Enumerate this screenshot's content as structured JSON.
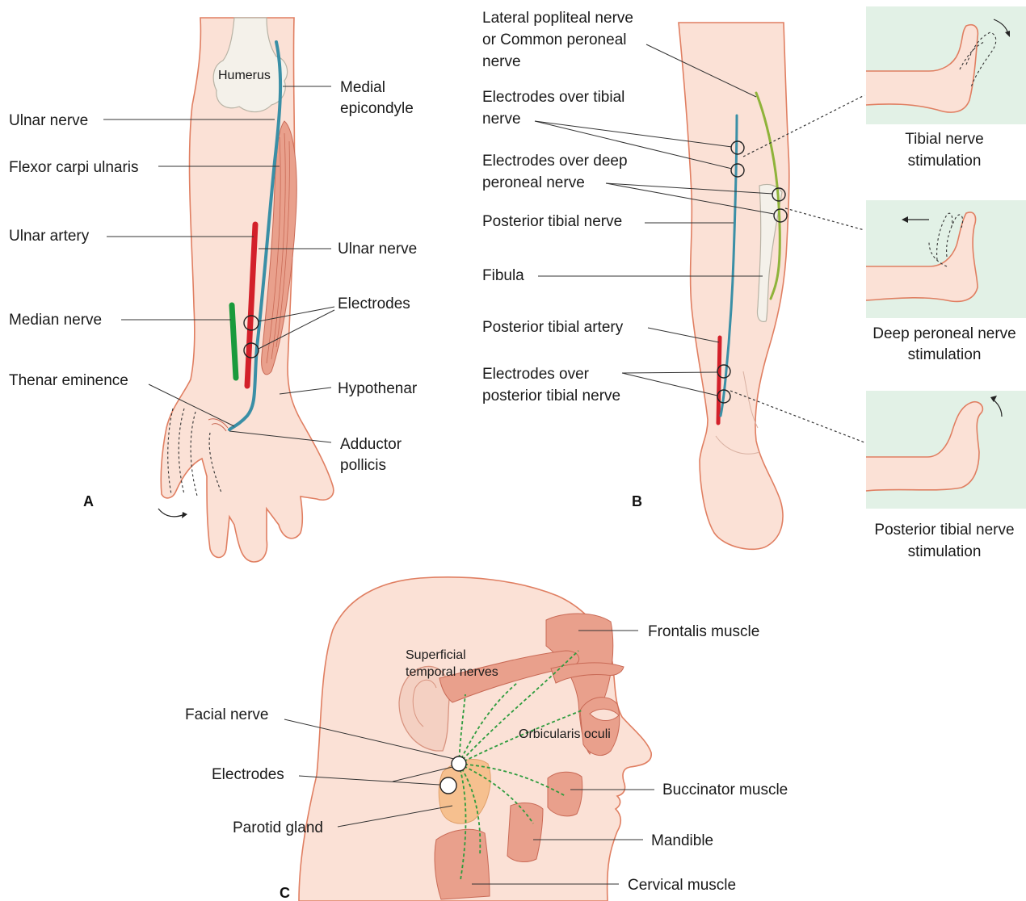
{
  "panel_a": {
    "letter": "A",
    "labels": {
      "humerus": "Humerus",
      "medial_epicondyle_1": "Medial",
      "medial_epicondyle_2": "epicondyle",
      "ulnar_nerve_left": "Ulnar nerve",
      "flexor_carpi_ulnaris": "Flexor carpi ulnaris",
      "ulnar_artery": "Ulnar artery",
      "ulnar_nerve_right": "Ulnar nerve",
      "median_nerve": "Median nerve",
      "electrodes": "Electrodes",
      "thenar_eminence": "Thenar eminence",
      "hypothenar": "Hypothenar",
      "adductor_pollicis_1": "Adductor",
      "adductor_pollicis_2": "pollicis"
    }
  },
  "panel_b": {
    "letter": "B",
    "labels": {
      "lateral_popliteal_1": "Lateral popliteal nerve",
      "lateral_popliteal_2": "or Common peroneal",
      "lateral_popliteal_3": "nerve",
      "electrodes_tibial_1": "Electrodes over tibial",
      "electrodes_tibial_2": "nerve",
      "electrodes_deep_1": "Electrodes over deep",
      "electrodes_deep_2": "peroneal nerve",
      "posterior_tibial_nerve": "Posterior tibial nerve",
      "fibula": "Fibula",
      "posterior_tibial_artery": "Posterior tibial artery",
      "electrodes_post_1": "Electrodes over",
      "electrodes_post_2": "posterior tibial nerve"
    },
    "insets": [
      {
        "caption_1": "Tibial nerve",
        "caption_2": "stimulation"
      },
      {
        "caption_1": "Deep peroneal nerve",
        "caption_2": "stimulation"
      },
      {
        "caption_1": "Posterior tibial nerve",
        "caption_2": "stimulation"
      }
    ]
  },
  "panel_c": {
    "letter": "C",
    "labels": {
      "frontalis": "Frontalis muscle",
      "superficial_1": "Superficial",
      "superficial_2": "temporal nerves",
      "facial_nerve": "Facial nerve",
      "orbicularis": "Orbicularis oculi",
      "electrodes": "Electrodes",
      "buccinator": "Buccinator muscle",
      "parotid": "Parotid gland",
      "mandible": "Mandible",
      "cervical": "Cervical muscle"
    }
  },
  "colors": {
    "skin": "#fbe1d6",
    "skin_outline": "#e07f62",
    "nerve": "#3a8fa6",
    "peroneal_nerve": "#8fb33a",
    "artery": "#d3202a",
    "median_nerve": "#1a9a3c",
    "inset_background": "#e2f1e6",
    "parotid": "#f6c08f",
    "facial_branches": "#2e9c3e"
  }
}
